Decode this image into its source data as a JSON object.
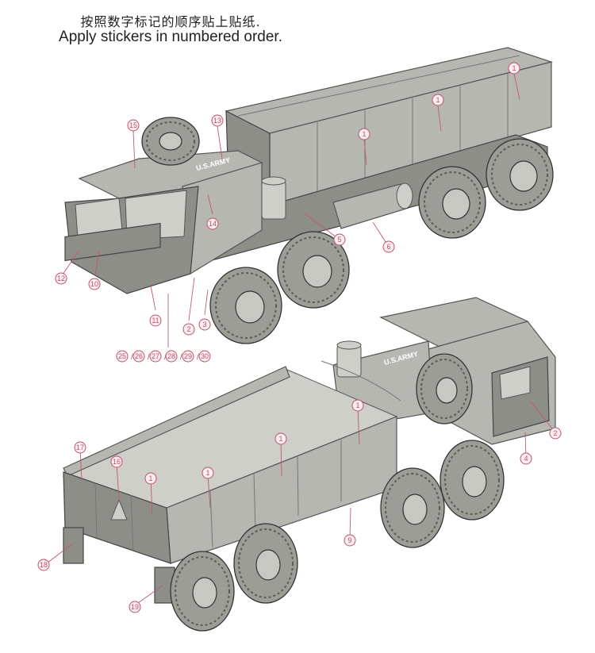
{
  "instructions": {
    "chinese": "按照数字标记的顺序贴上贴纸.",
    "english": "Apply stickers in numbered order."
  },
  "vehicle_markings": {
    "us_army": "U.S.ARMY"
  },
  "markers": {
    "m1a": "1",
    "m1b": "1",
    "m1c": "1",
    "m2a": "2",
    "m2b": "2",
    "m3": "3",
    "m4": "4",
    "m5": "5",
    "m6": "6",
    "m9": "9",
    "m10": "10",
    "m11": "11",
    "m12": "12",
    "m13": "13",
    "m14": "14",
    "m15": "15",
    "m16": "16",
    "m17": "17",
    "m18": "18",
    "m19": "19",
    "m1d": "1",
    "m1e": "1",
    "m1f": "1",
    "m1g": "1",
    "m25": "25",
    "m26": "26",
    "m27": "27",
    "m28": "28",
    "m29": "29",
    "m30": "30"
  },
  "separators": {
    "slash": "/"
  },
  "colors": {
    "marker_stroke": "#c0506a",
    "marker_fill": "#fbeef1",
    "truck_body": "#b7b7b2"
  }
}
